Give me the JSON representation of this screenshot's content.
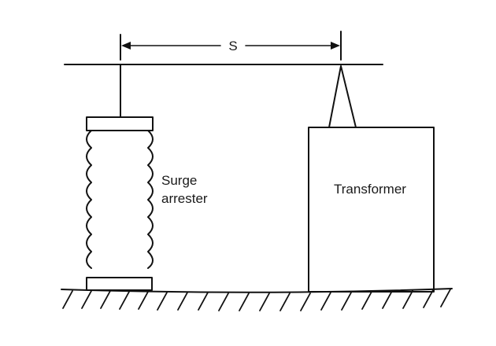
{
  "diagram": {
    "dimension_label": "S",
    "arrester_label_line1": "Surge",
    "arrester_label_line2": "arrester",
    "transformer_label": "Transformer",
    "colors": {
      "line": "#111111",
      "background": "#ffffff",
      "text": "#1a1a1a"
    }
  }
}
